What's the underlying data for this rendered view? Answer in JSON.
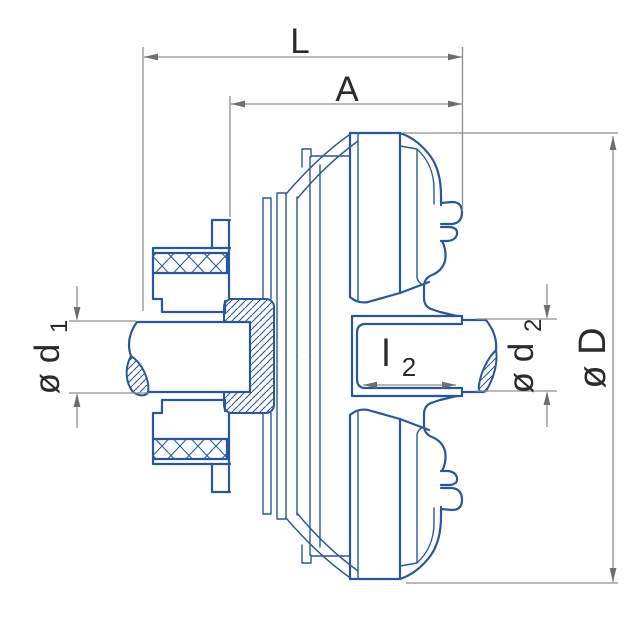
{
  "drawing": {
    "kind": "engineering cross-section drawing of a flexible shaft coupling with two shafts",
    "colors": {
      "outline": "#2a579a",
      "dimension_line": "#8f8f8f",
      "arrowhead": "#6e6e6e",
      "label_text": "#2b2b2b",
      "background": "#ffffff"
    },
    "labels": {
      "L": {
        "text": "L"
      },
      "A": {
        "text": "A"
      },
      "D": {
        "text": "ø D"
      },
      "d1": {
        "text": "ø d",
        "sub": "1"
      },
      "d2": {
        "text": "ø d",
        "sub": "2"
      },
      "l2": {
        "text": "l",
        "sub": "2"
      }
    }
  }
}
